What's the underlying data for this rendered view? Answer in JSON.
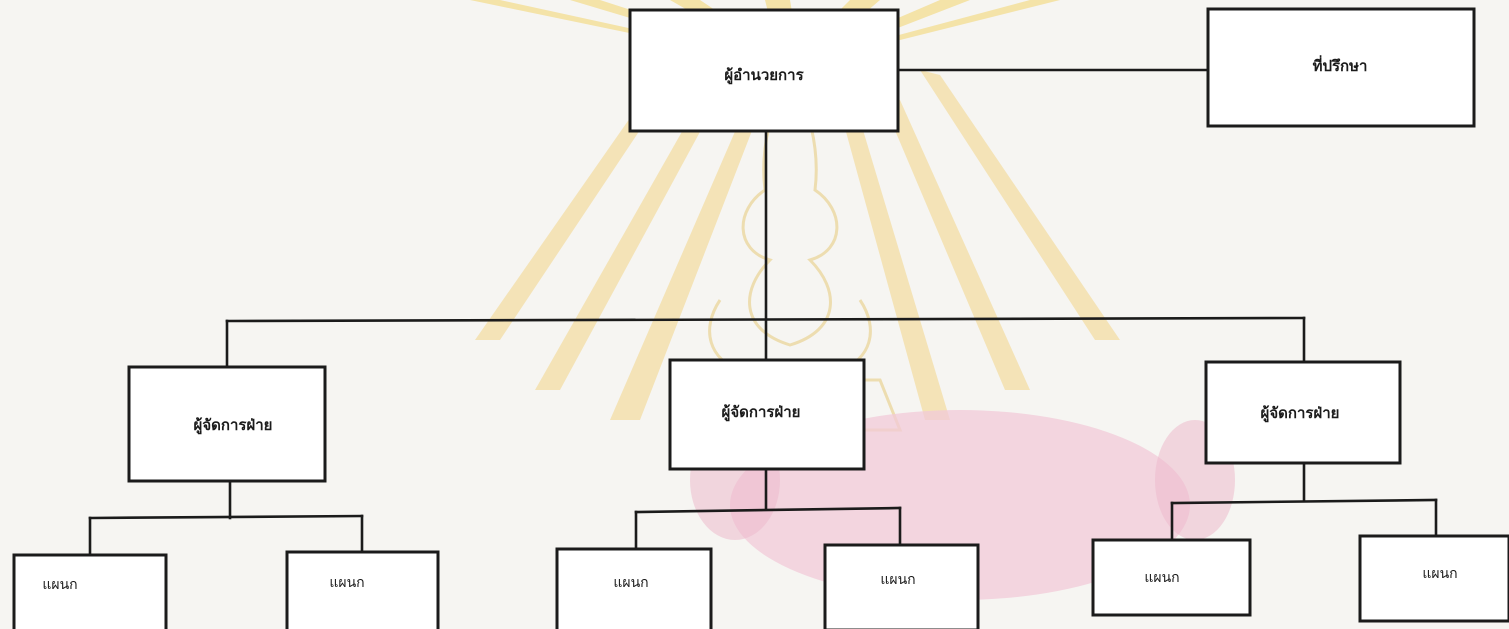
{
  "org_chart": {
    "director": "ผู้อำนวยการ",
    "advisor": "ที่ปรึกษา",
    "managers": [
      "ผู้จัดการฝ่าย",
      "ผู้จัดการฝ่าย",
      "ผู้จัดการฝ่าย"
    ],
    "departments": [
      "แผนก",
      "แผนก",
      "แผนก",
      "แผนก",
      "แผนก",
      "แผนก"
    ]
  },
  "colors": {
    "line": "#1b1b1b",
    "watermark_gold": "#f3d36b",
    "watermark_pink": "#f2c9d8"
  }
}
